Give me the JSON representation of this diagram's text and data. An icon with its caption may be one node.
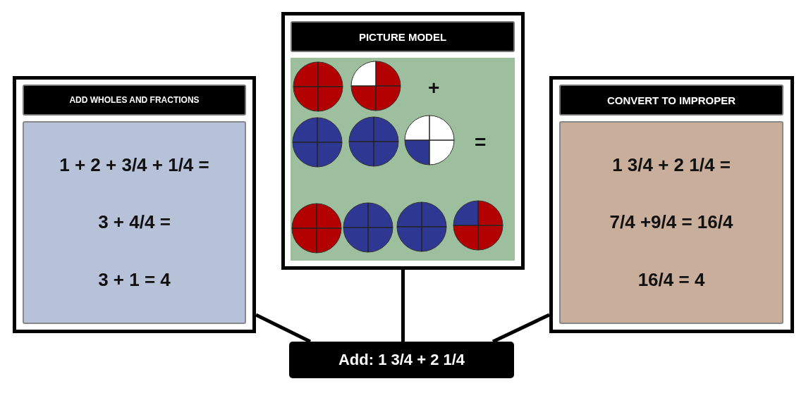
{
  "diagram": {
    "nodes": [
      {
        "text": [],
        "shape": "box"
      },
      {
        "text": [
          "ADD WHOLES AND FRACTIONS"
        ],
        "in": 0
      },
      {
        "text": [
          "1 + 2 + 3/4 + 1/4 =",
          "3 + 4/4 =",
          "3 + 1 = 4"
        ],
        "in": 0
      },
      {
        "text": [],
        "shape": "box"
      },
      {
        "text": [
          "PICTURE MODEL"
        ],
        "in": 3
      },
      {
        "text": [],
        "shape": "box",
        "in": 3
      },
      {
        "text": [],
        "shape": "box"
      },
      {
        "text": [
          "CONVERT TO IMPROPER"
        ],
        "in": 6
      },
      {
        "text": [
          "1 3/4 + 2 1/4 =",
          "7/4 +9/4 = 16/4",
          "16/4 = 4"
        ],
        "in": 6
      },
      {
        "text": [
          "Add: 1 3/4 + 2 1/4"
        ]
      }
    ],
    "edges": [
      {
        "from": 9,
        "to": 0,
        "arrow": "none"
      },
      {
        "from": 9,
        "to": 3,
        "arrow": "none"
      },
      {
        "from": 9,
        "to": 6,
        "arrow": "none"
      }
    ],
    "labels": [
      "+",
      "="
    ]
  }
}
